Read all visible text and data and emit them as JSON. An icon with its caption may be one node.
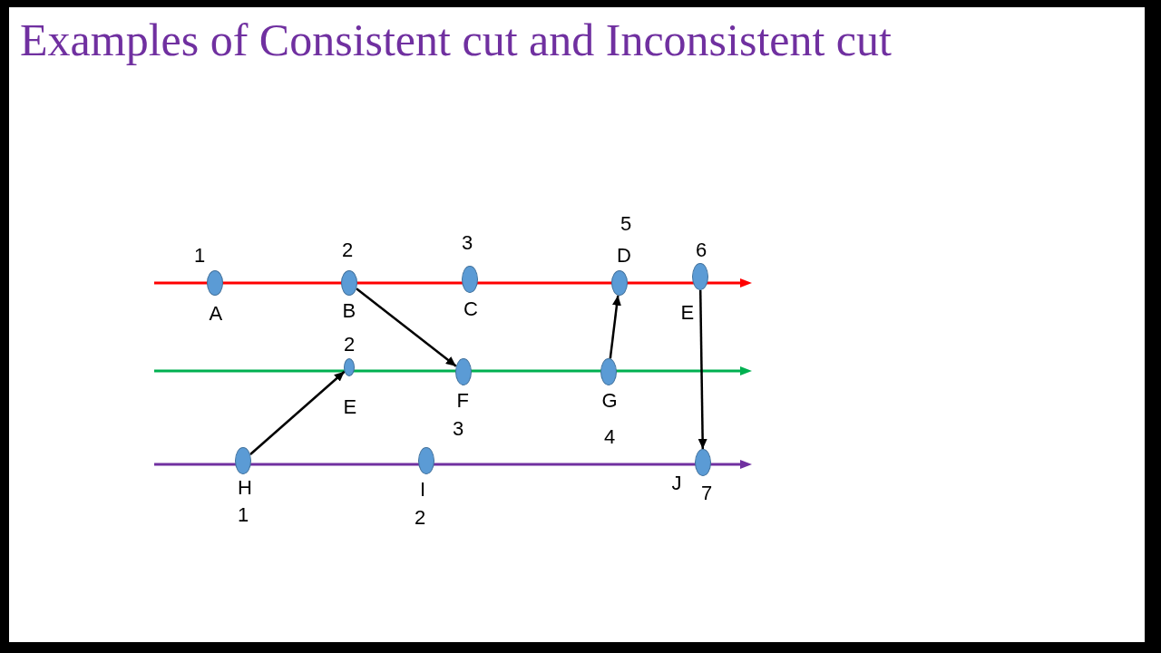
{
  "diagram": {
    "title": "Examples of Consistent cut and Inconsistent cut",
    "nodes": [
      {
        "text": [],
        "shape": "circle",
        "beside": [
          "1",
          "A"
        ]
      },
      {
        "text": [],
        "shape": "circle",
        "beside": [
          "2",
          "B"
        ]
      },
      {
        "text": [],
        "shape": "circle",
        "beside": [
          "3",
          "C"
        ]
      },
      {
        "text": [],
        "shape": "circle",
        "beside": [
          "5",
          "D"
        ]
      },
      {
        "text": [],
        "shape": "circle",
        "beside": [
          "6",
          "E"
        ]
      },
      {
        "text": [],
        "shape": "circle",
        "beside": [
          "2",
          "E"
        ]
      },
      {
        "text": [],
        "shape": "circle",
        "beside": [
          "F",
          "3"
        ]
      },
      {
        "text": [],
        "shape": "circle",
        "beside": [
          "G",
          "4"
        ]
      },
      {
        "text": [],
        "shape": "circle",
        "beside": [
          "H",
          "1"
        ]
      },
      {
        "text": [],
        "shape": "circle",
        "beside": [
          "I",
          "2"
        ]
      },
      {
        "text": [],
        "shape": "circle",
        "beside": [
          "J",
          "7"
        ]
      }
    ],
    "edges": [
      {
        "from": 1,
        "to": 6,
        "arrow": "to"
      },
      {
        "from": 7,
        "to": 3,
        "arrow": "to"
      },
      {
        "from": 4,
        "to": 10,
        "arrow": "to"
      },
      {
        "from": 8,
        "to": 5,
        "arrow": "to"
      }
    ]
  }
}
